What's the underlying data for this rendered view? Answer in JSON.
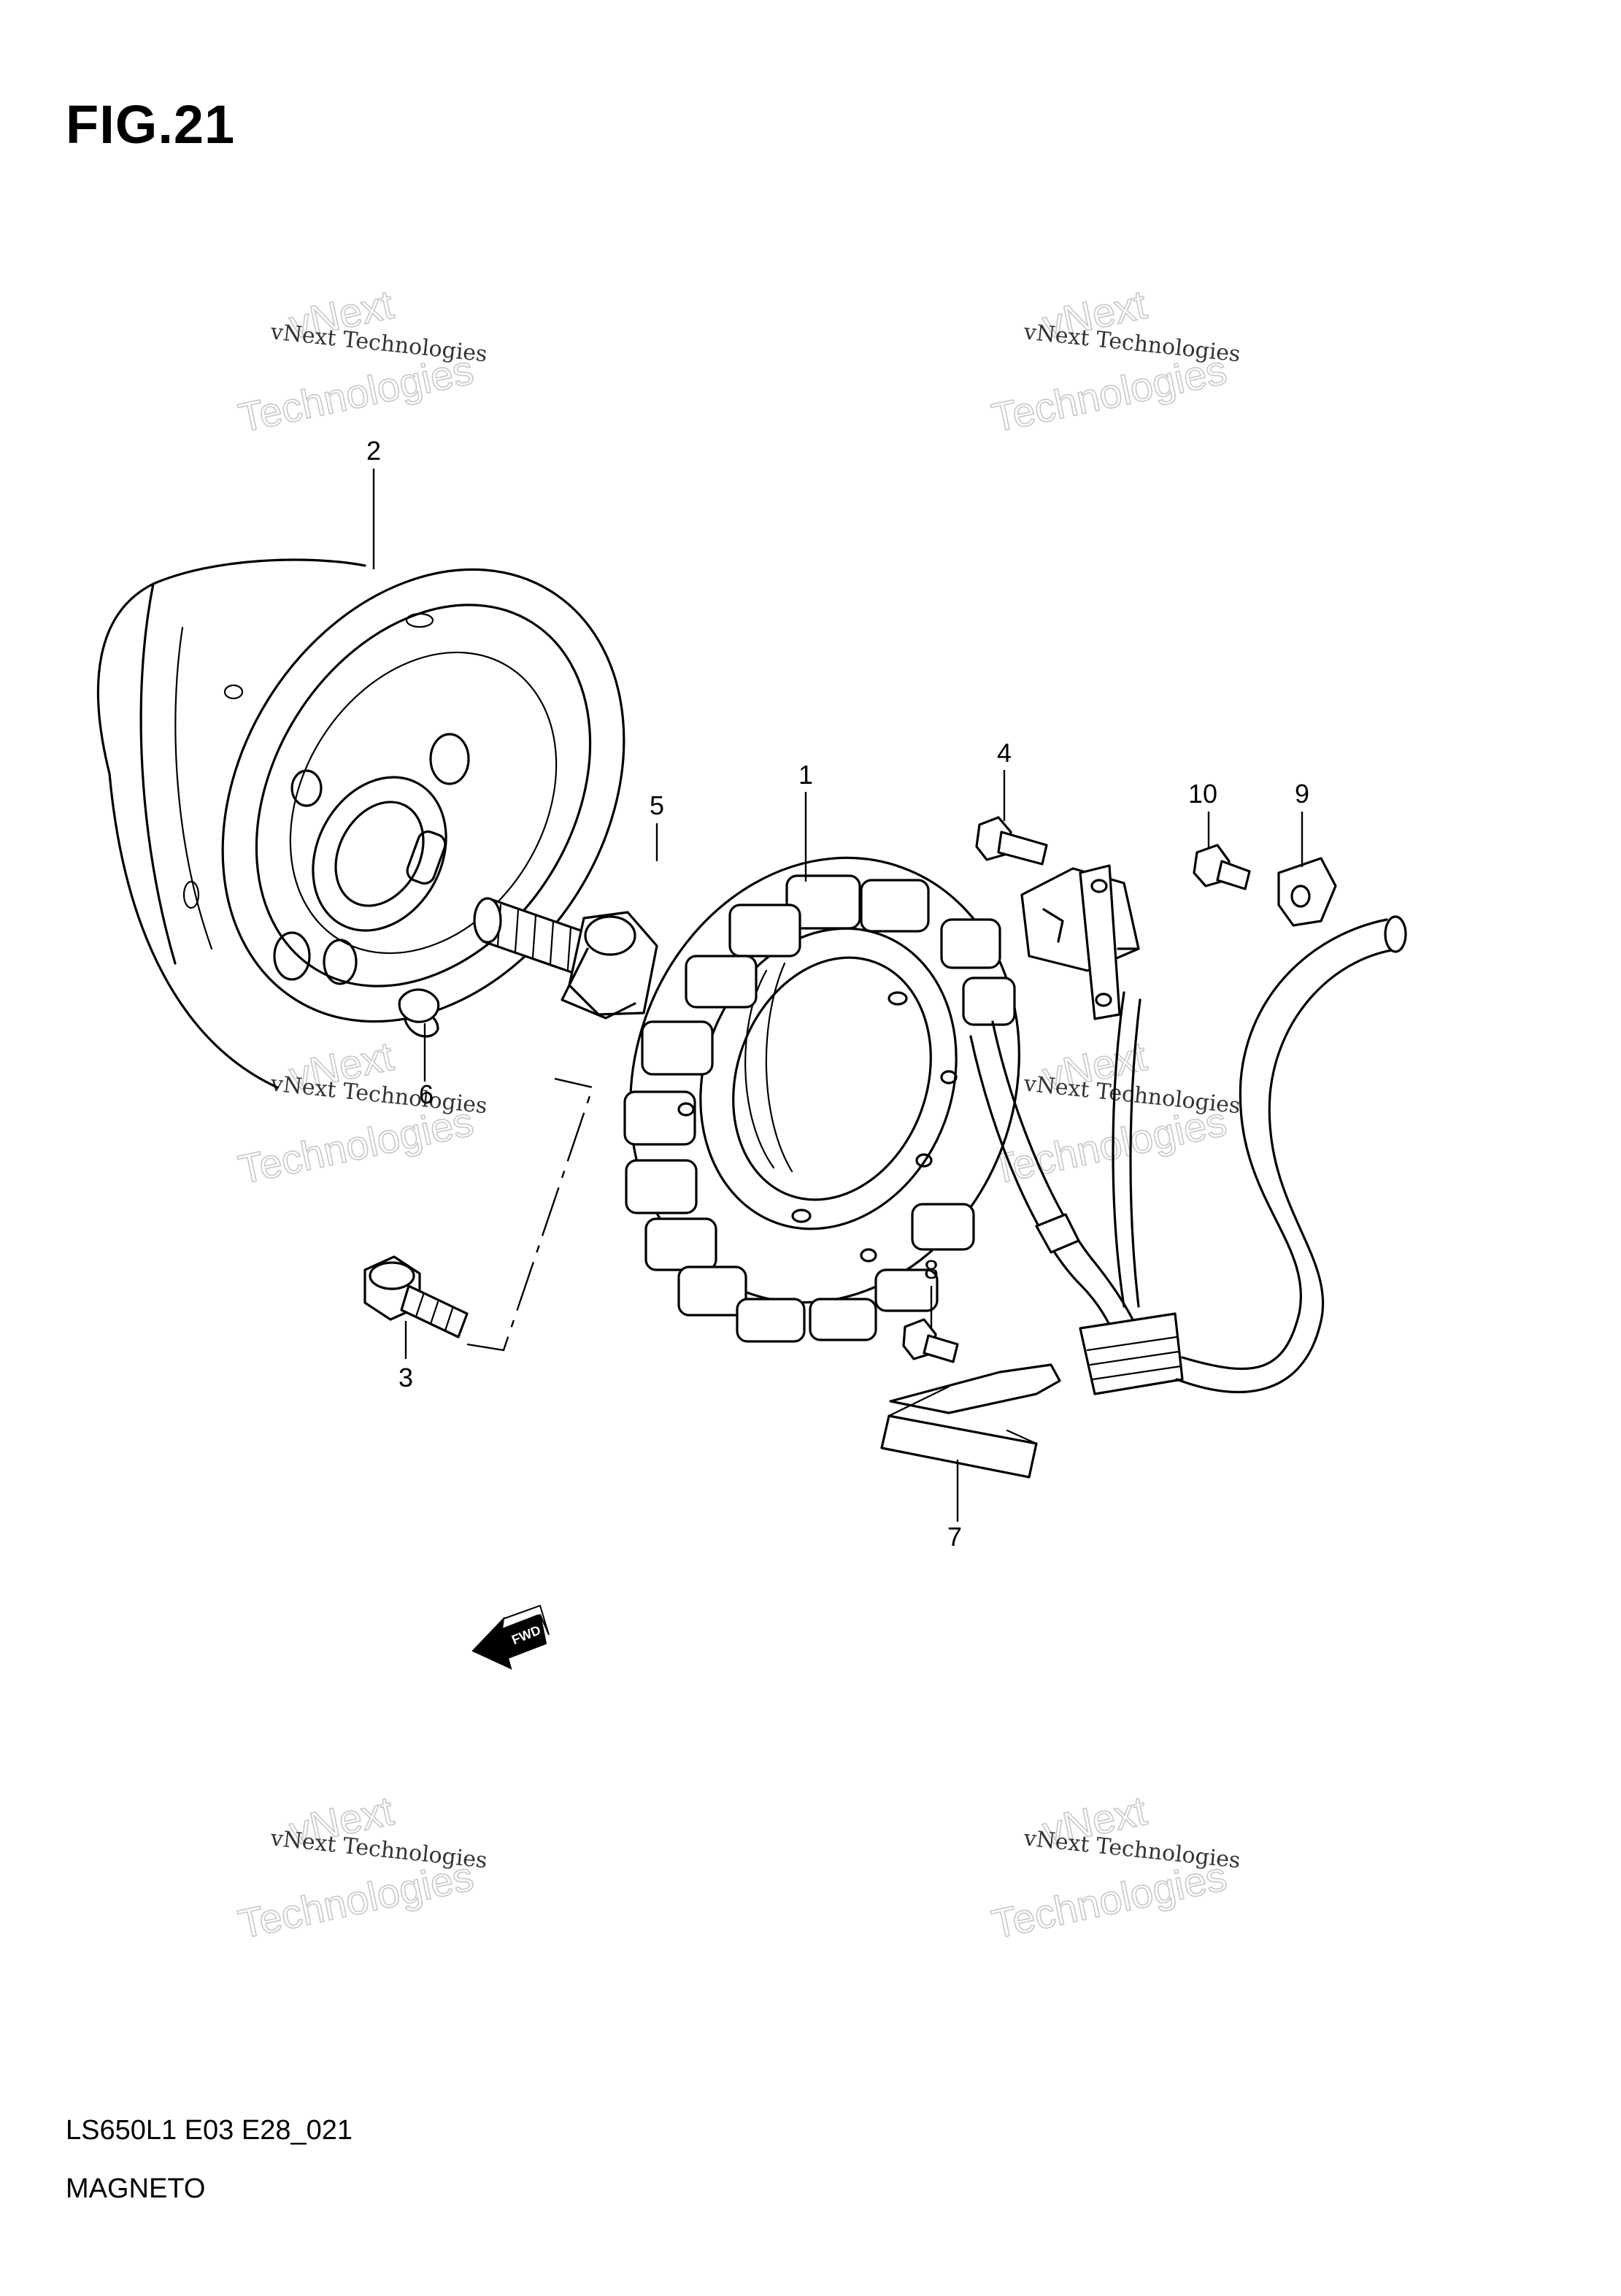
{
  "figure": {
    "title": "FIG.21"
  },
  "footer": {
    "model_code": "LS650L1 E03 E28_021",
    "section": "MAGNETO"
  },
  "watermark": {
    "line_small": "vNext Technologies",
    "line_big_top": "vNext",
    "line_big_bottom": "Technologies"
  },
  "fwd_arrow": {
    "label": "FWD"
  },
  "callouts": [
    {
      "id": "c1",
      "label": "1"
    },
    {
      "id": "c2",
      "label": "2"
    },
    {
      "id": "c3",
      "label": "3"
    },
    {
      "id": "c4",
      "label": "4"
    },
    {
      "id": "c5",
      "label": "5"
    },
    {
      "id": "c6",
      "label": "6"
    },
    {
      "id": "c7",
      "label": "7"
    },
    {
      "id": "c8",
      "label": "8"
    },
    {
      "id": "c9",
      "label": "9"
    },
    {
      "id": "c10",
      "label": "10"
    }
  ]
}
